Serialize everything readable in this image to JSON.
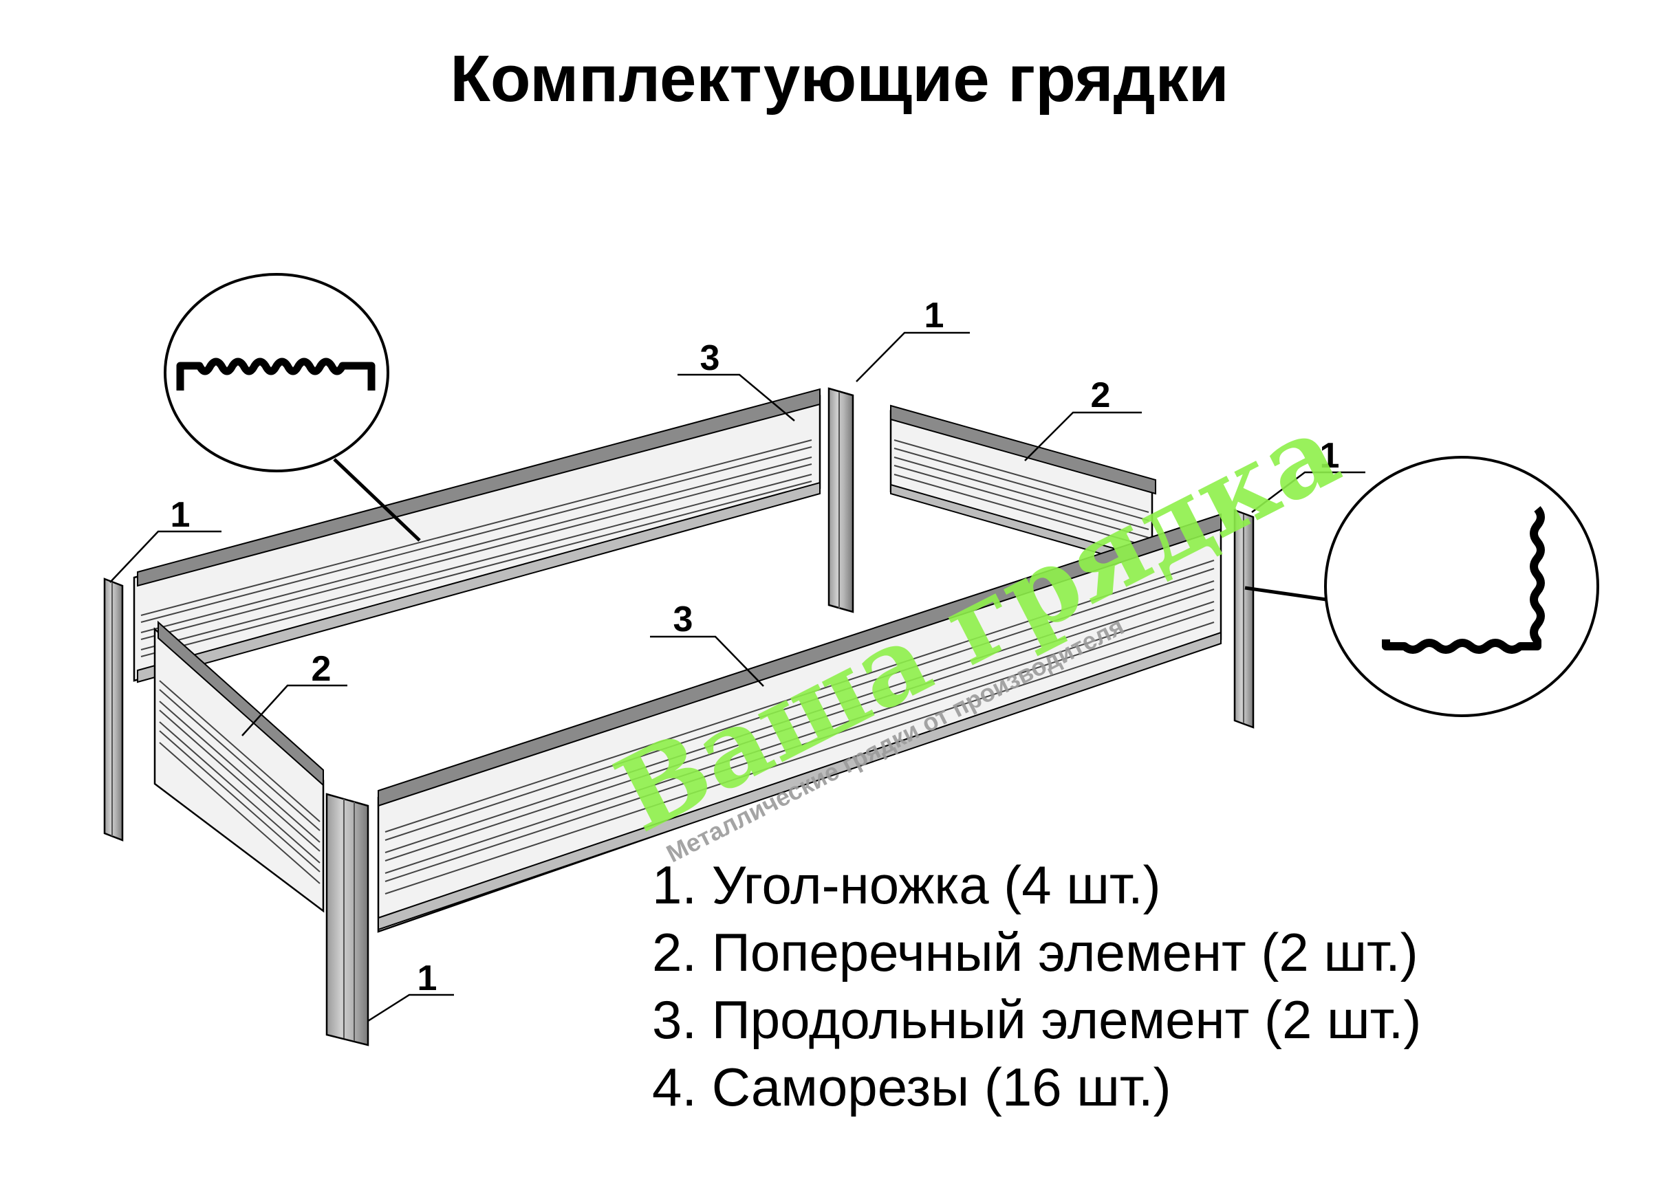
{
  "title": "Комплектующие грядки",
  "callouts": {
    "back_left_post": "1",
    "back_center_post": "1",
    "back_right_post": "1",
    "front_post": "1",
    "long_back_panel": "3",
    "long_front_panel": "3",
    "short_left_panel": "2",
    "short_right_panel": "2"
  },
  "legend": [
    "1. Угол-ножка (4 шт.)",
    "2. Поперечный элемент (2 шт.)",
    "3. Продольный элемент (2 шт.)",
    "4. Саморезы (16 шт.)"
  ],
  "watermark": {
    "brand": "Ваша грядка",
    "tagline": "Металлические грядки от производителя",
    "brand_color": "#8ef04a"
  },
  "colors": {
    "panel_fill": "#f2f2f2",
    "post_fill": "#d9d9d9",
    "top_flange": "#8a8a8a",
    "outline": "#000000"
  }
}
